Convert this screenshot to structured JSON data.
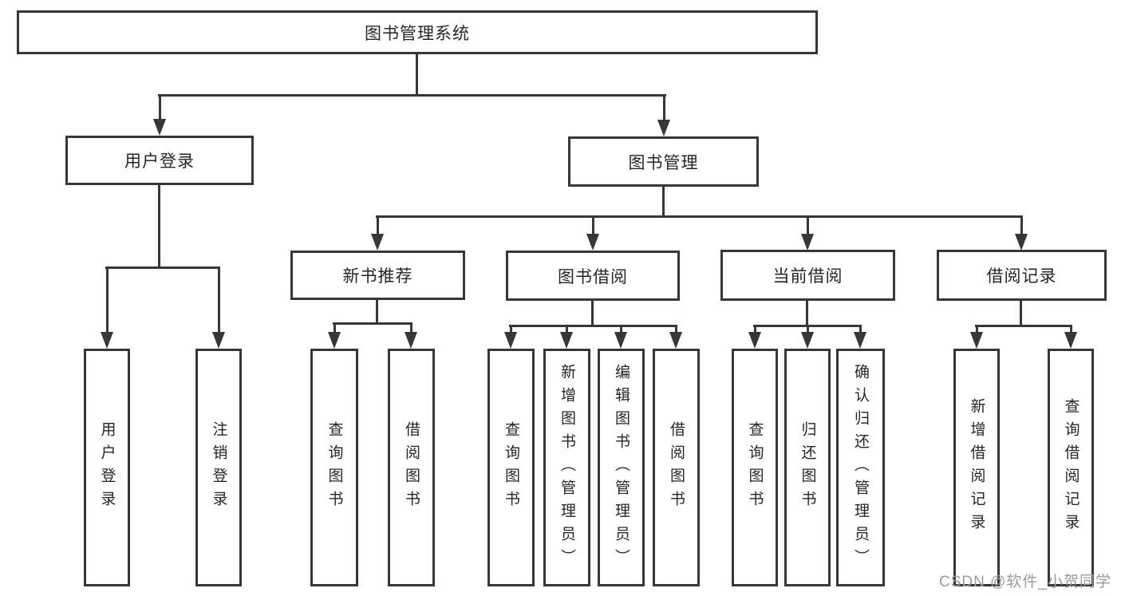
{
  "nodes": {
    "root": "图书管理系统",
    "user_login": "用户登录",
    "book_management": "图书管理",
    "new_book_recommendation": "新书推荐",
    "book_borrowing": "图书借阅",
    "current_borrowing": "当前借阅",
    "borrowing_records": "借阅记录",
    "leaf_user_login": "用户登录",
    "leaf_logout_login": "注销登录",
    "leaf_query_books_recommend": "查询图书",
    "leaf_borrow_books_recommend": "借阅图书",
    "leaf_query_books_borrowing": "查询图书",
    "leaf_add_books_admin": "新增图书（管理员）",
    "leaf_edit_books_admin": "编辑图书（管理员）",
    "leaf_borrow_books_borrowing": "借阅图书",
    "leaf_query_books_current": "查询图书",
    "leaf_return_books": "归还图书",
    "leaf_confirm_return_admin": "确认归还（管理员）",
    "leaf_add_borrow_record": "新增借阅记录",
    "leaf_query_borrow_record": "查询借阅记录"
  },
  "watermark": "CSDN @软件_小贺同学",
  "colors": {
    "line": "#373737",
    "text": "#262626",
    "background": "#ffffff",
    "watermark": "#9b9b9b"
  }
}
